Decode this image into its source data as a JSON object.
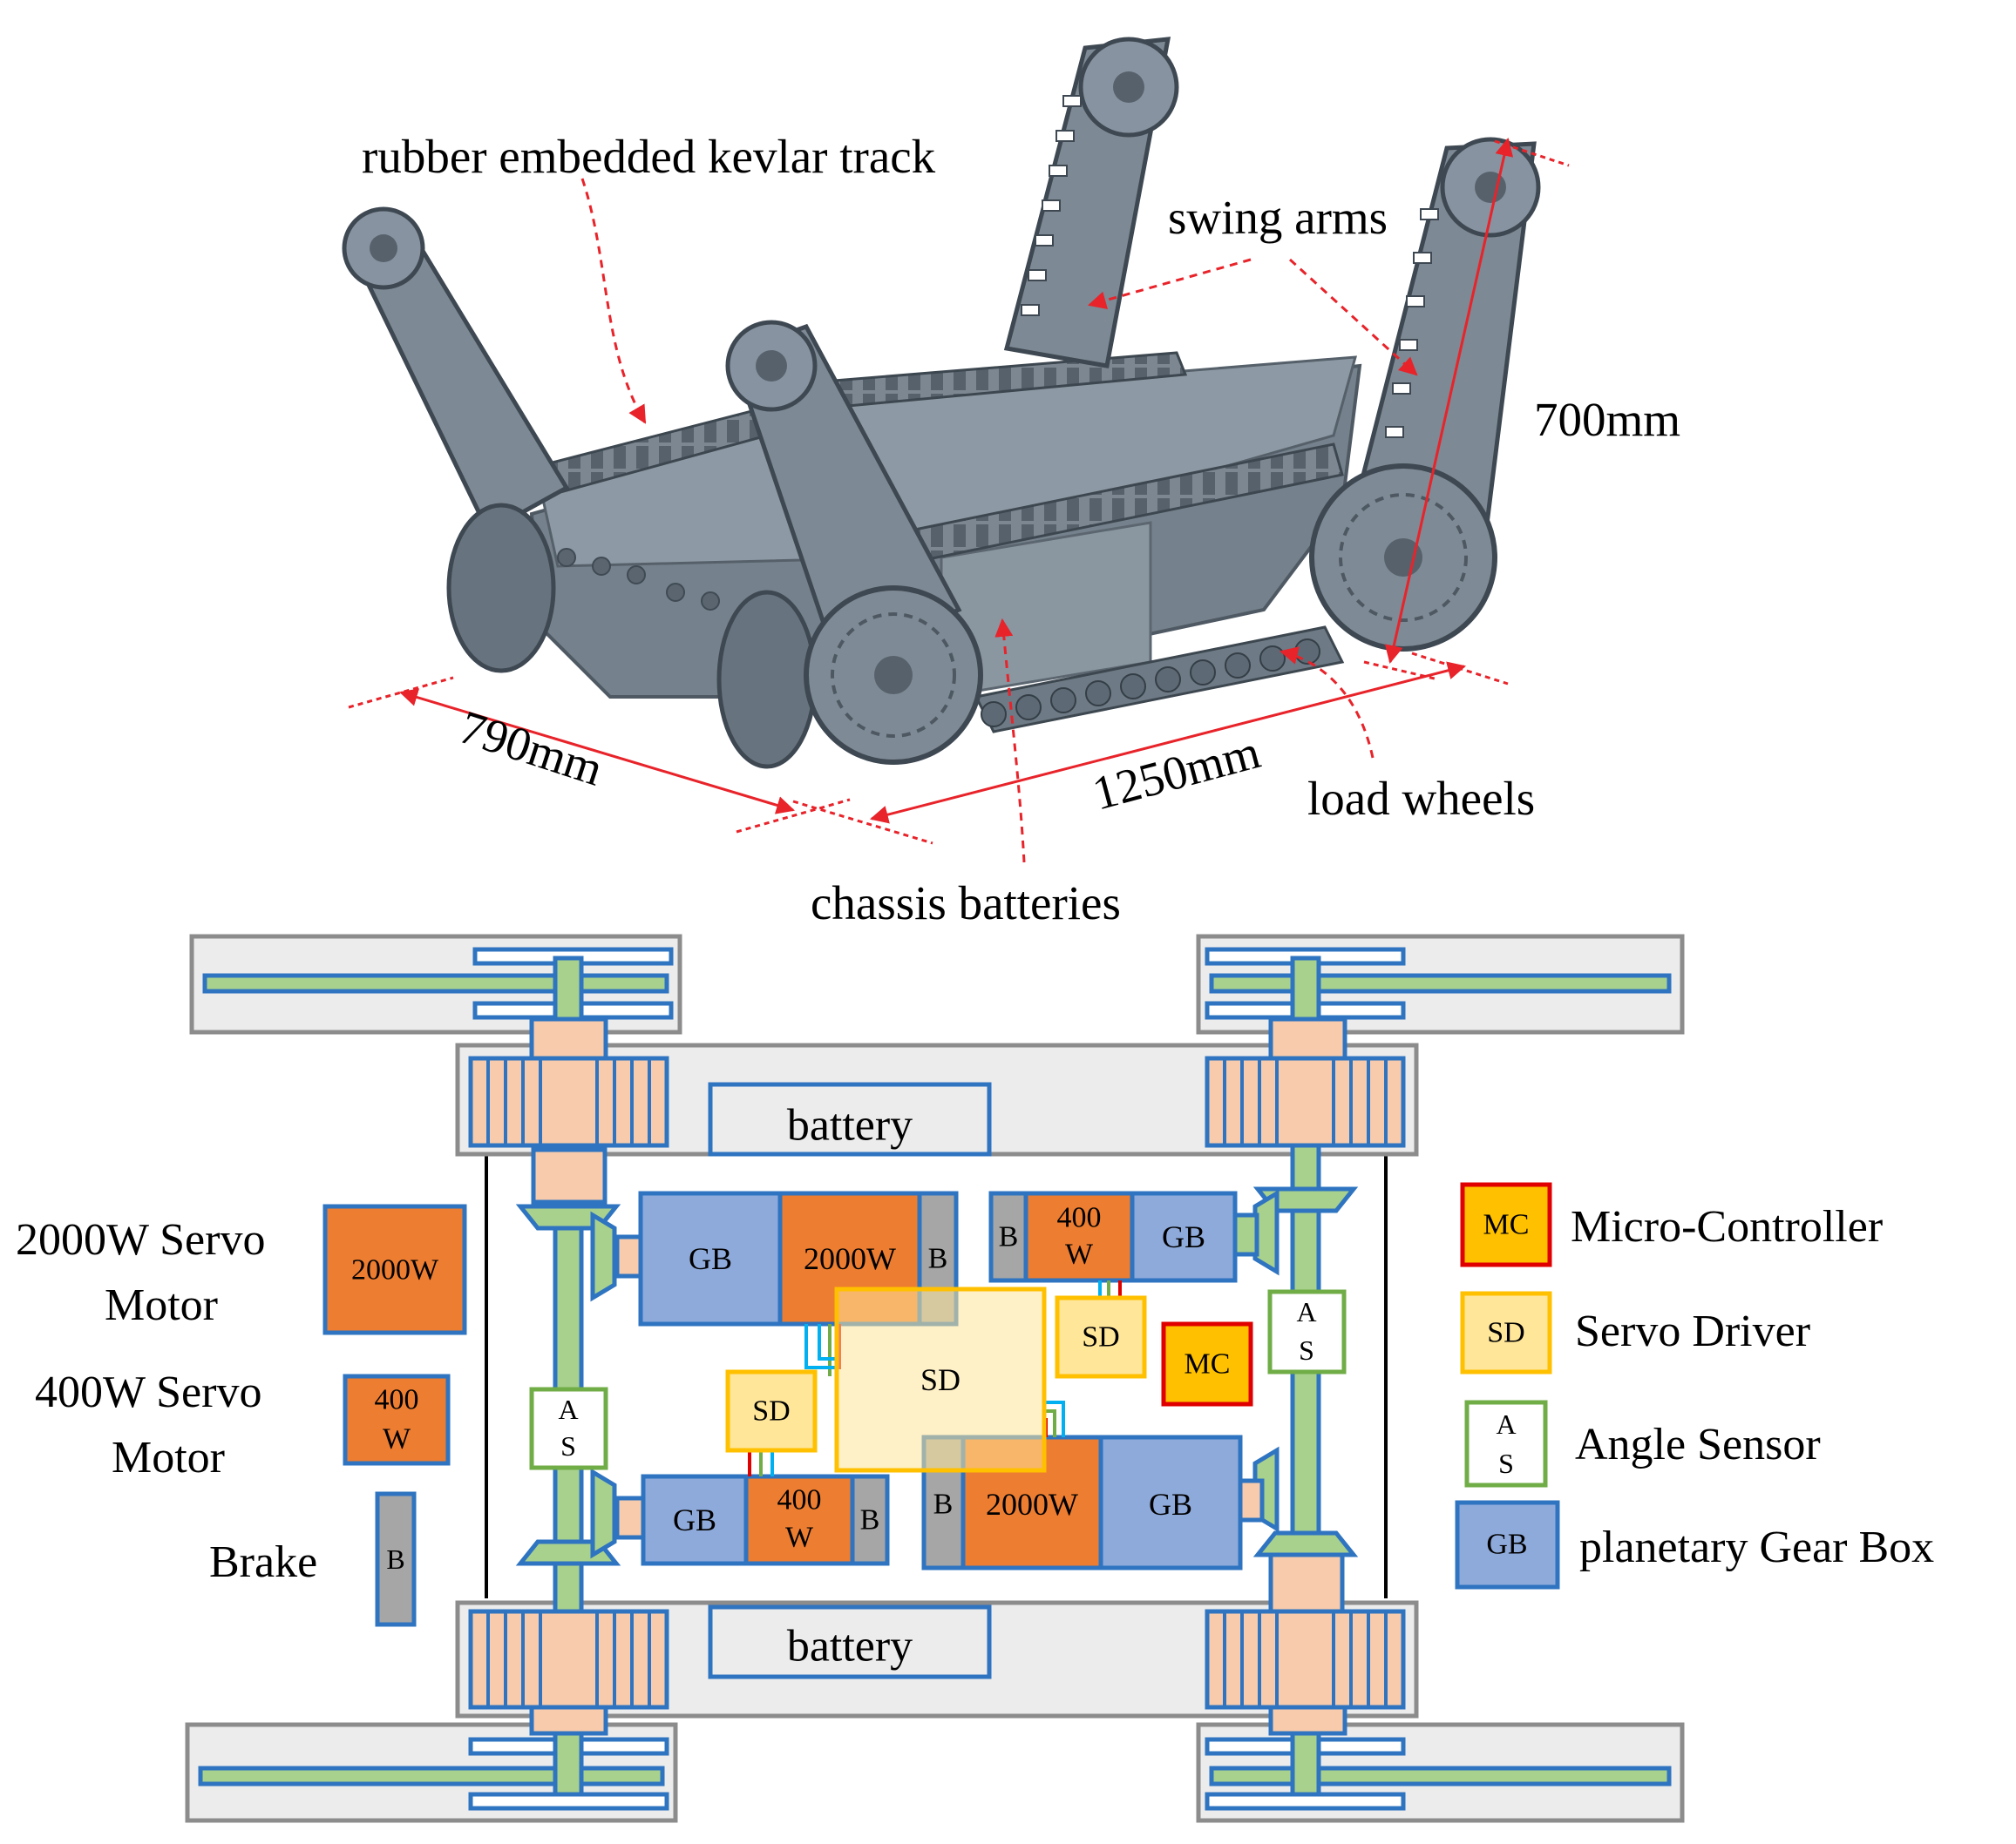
{
  "photo_labels": {
    "track": "rubber embedded kevlar track",
    "swing_arms": "swing arms",
    "height": "700mm",
    "width": "790mm",
    "length": "1250mm",
    "load_wheels": "load wheels",
    "batteries": "chassis batteries"
  },
  "schematic": {
    "battery_top": "battery",
    "battery_bottom": "battery",
    "box_texts": {
      "gb": "GB",
      "brake": "B",
      "motor_2000": "2000W",
      "motor_400_line1": "400",
      "motor_400_line2": "W",
      "sd": "SD",
      "mc": "MC",
      "as_line1": "A",
      "as_line2": "S"
    }
  },
  "left_legend": {
    "motor_2000_line1": "2000W Servo",
    "motor_2000_line2": "Motor",
    "motor_2000_box": "2000W",
    "motor_400_line1": "400W Servo",
    "motor_400_line2": "Motor",
    "motor_400_box_line1": "400",
    "motor_400_box_line2": "W",
    "brake": "Brake",
    "brake_box": "B"
  },
  "right_legend": {
    "mc": "Micro-Controller",
    "mc_box": "MC",
    "sd": "Servo Driver",
    "sd_box": "SD",
    "as": "Angle Sensor",
    "as_box_line1": "A",
    "as_box_line2": "S",
    "gb": "planetary Gear Box",
    "gb_box": "GB"
  },
  "colors": {
    "annotation_red": "#e8232a",
    "robot_grey": "#6f7b86",
    "frame_blue": "#2f74c0",
    "gb_fill": "#8eaadb",
    "motor_fill": "#ed7d31",
    "sd_fill": "#ffe699",
    "sd_border": "#ffc000",
    "mc_fill": "#ffc000",
    "mc_border": "#e00000",
    "sensor_border": "#70ad47",
    "shaft_fill": "#a9d18e",
    "gear_fill": "#f8cbad",
    "brake_fill": "#a6a6a6",
    "track_panel": "#ececec"
  }
}
